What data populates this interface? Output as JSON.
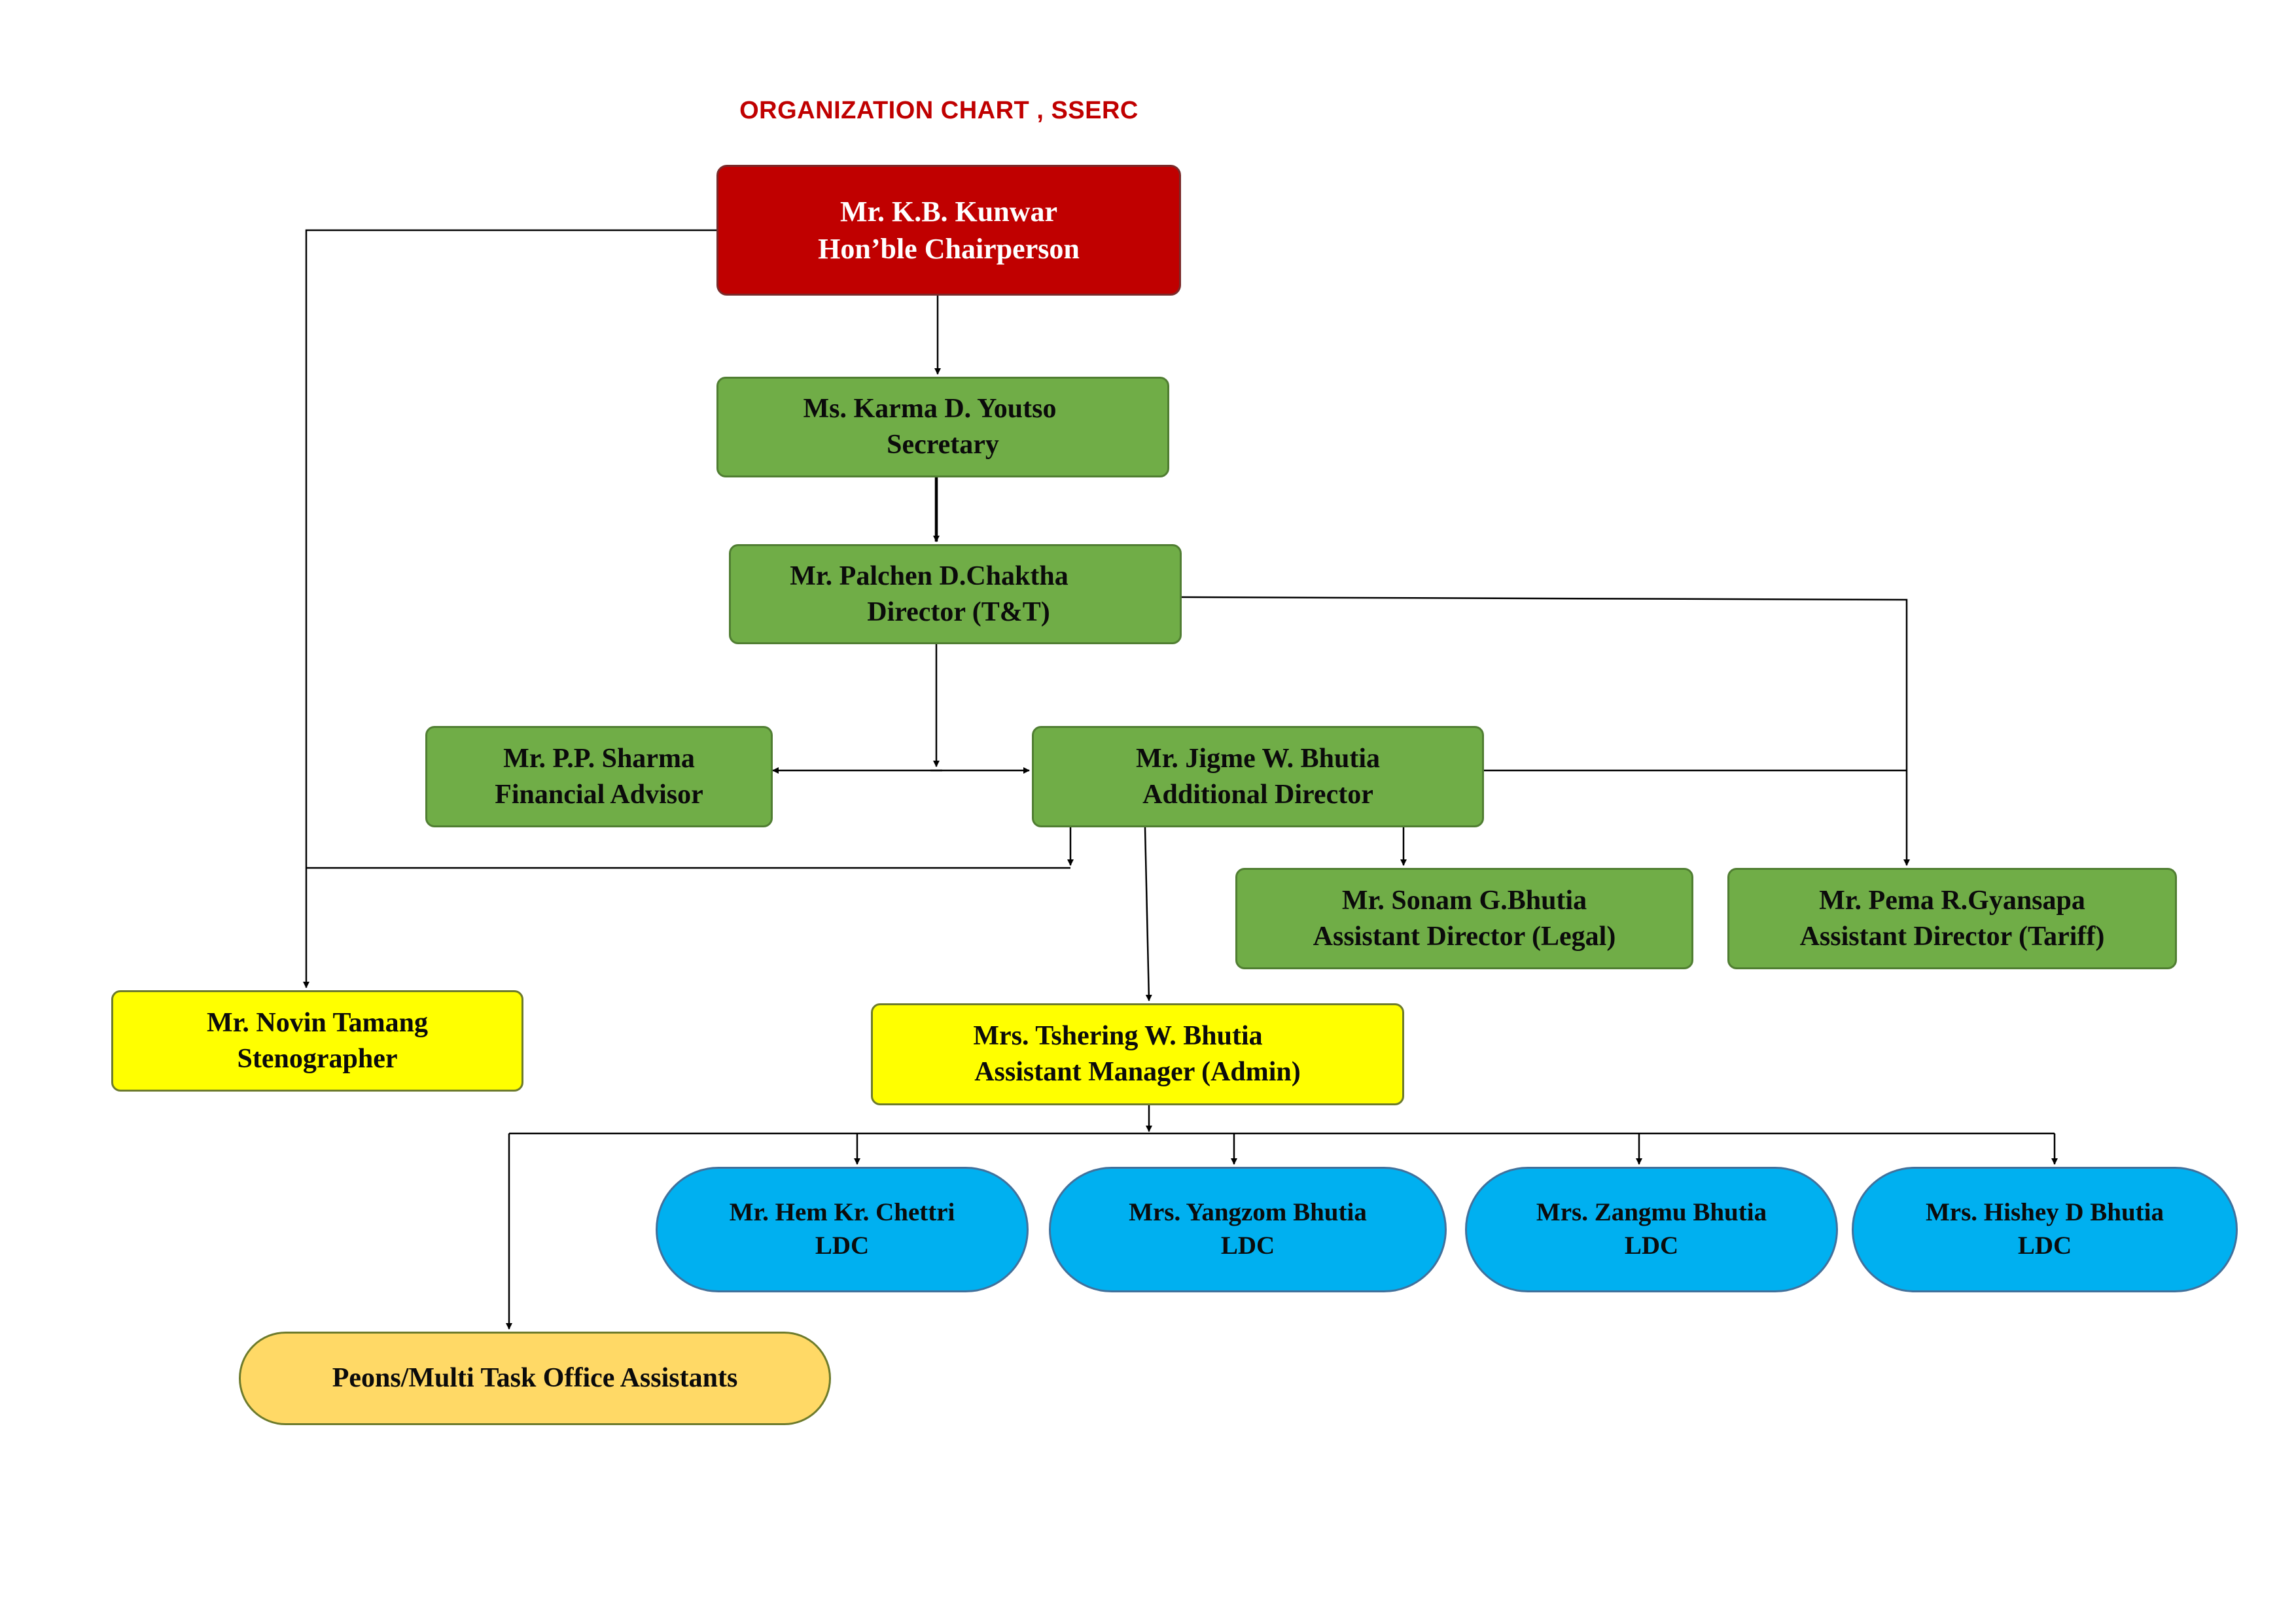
{
  "title": "ORGANIZATION CHART , SSERC",
  "colors": {
    "chairperson": "#c00000",
    "green_nodes": "#70ad47",
    "yellow_nodes": "#ffff00",
    "blue_nodes": "#00b0f0",
    "gold_nodes": "#ffd966",
    "title": "#c00000"
  },
  "nodes": {
    "chairperson": {
      "name": "Mr. K.B. Kunwar",
      "role": "Hon’ble Chairperson"
    },
    "secretary": {
      "name": "Ms. Karma D. Youtso",
      "role": "Secretary"
    },
    "director": {
      "name": "Mr. Palchen D.Chaktha",
      "role": "Director (T&T)"
    },
    "financial_advisor": {
      "name": "Mr. P.P. Sharma",
      "role": "Financial Advisor"
    },
    "additional_director": {
      "name": "Mr. Jigme W. Bhutia",
      "role": "Additional Director"
    },
    "ad_legal": {
      "name": "Mr. Sonam G.Bhutia",
      "role": "Assistant Director (Legal)"
    },
    "ad_tariff": {
      "name": "Mr. Pema R.Gyansapa",
      "role": "Assistant Director (Tariff)"
    },
    "stenographer": {
      "name": "Mr. Novin Tamang",
      "role": "Stenographer"
    },
    "asst_manager": {
      "name": "Mrs. Tshering  W. Bhutia",
      "role": "Assistant Manager  (Admin)"
    },
    "ldc_1": {
      "name": "Mr. Hem Kr. Chettri",
      "role": "LDC"
    },
    "ldc_2": {
      "name": "Mrs. Yangzom Bhutia",
      "role": "LDC"
    },
    "ldc_3": {
      "name": "Mrs. Zangmu Bhutia",
      "role": "LDC"
    },
    "ldc_4": {
      "name": "Mrs. Hishey D Bhutia",
      "role": "LDC"
    },
    "peons": {
      "label": "Peons/Multi Task Office Assistants"
    }
  }
}
